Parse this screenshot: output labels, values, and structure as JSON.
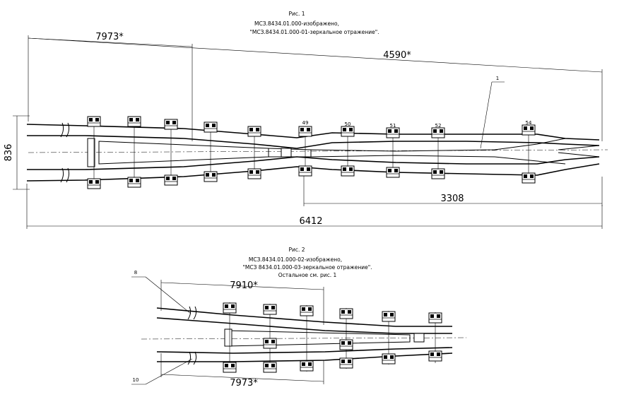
{
  "fig1": {
    "title": "Рис. 1",
    "line1": "МСЗ.8434.01.000-изображено,",
    "line2": "\"МСЗ.8434.01.000-01-зеркальное отражение\".",
    "dims": {
      "d7973": "7973*",
      "d4590": "4590*",
      "d836": "836",
      "d3308": "3308",
      "d6412": "6412"
    },
    "ref": "1",
    "ties": [
      "49",
      "50",
      "51",
      "52",
      "54"
    ]
  },
  "fig2": {
    "title": "Рис. 2",
    "line1": "МСЗ.8434.01.000-02-изображено,",
    "line2": "\"МСЗ 8434.01.000-03-зеркальное отражение\".",
    "line3": "Остальное см. рис. 1",
    "dims": {
      "d7910": "7910*",
      "d7973": "7973*"
    },
    "ref8": "8",
    "ref10": "10"
  }
}
